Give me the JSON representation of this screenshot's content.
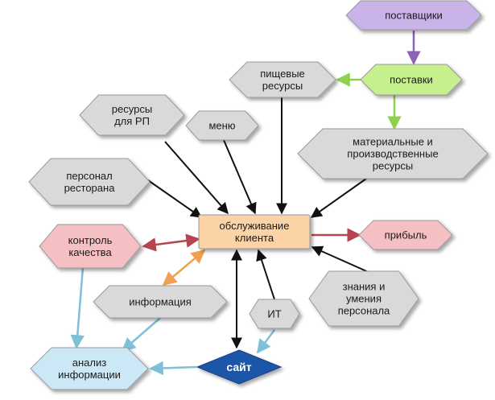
{
  "nodes": [
    {
      "id": "suppliers",
      "lines": [
        "поставщики"
      ]
    },
    {
      "id": "deliveries",
      "lines": [
        "поставки"
      ]
    },
    {
      "id": "food-resources",
      "lines": [
        "пищевые",
        "ресурсы"
      ]
    },
    {
      "id": "rp-resources",
      "lines": [
        "ресурсы",
        "для РП"
      ]
    },
    {
      "id": "menu",
      "lines": [
        "меню"
      ]
    },
    {
      "id": "material-resources",
      "lines": [
        "материальные и",
        "производственные",
        "ресурсы"
      ]
    },
    {
      "id": "staff",
      "lines": [
        "персонал",
        "ресторана"
      ]
    },
    {
      "id": "customer-service",
      "lines": [
        "обслуживание",
        "клиента"
      ]
    },
    {
      "id": "quality-control",
      "lines": [
        "контроль",
        "качества"
      ]
    },
    {
      "id": "profit",
      "lines": [
        "прибыль"
      ]
    },
    {
      "id": "information",
      "lines": [
        "информация"
      ]
    },
    {
      "id": "it",
      "lines": [
        "ИТ"
      ]
    },
    {
      "id": "staff-knowledge",
      "lines": [
        "знания и",
        "умения",
        "персонала"
      ]
    },
    {
      "id": "info-analysis",
      "lines": [
        "анализ",
        "информации"
      ]
    },
    {
      "id": "website",
      "lines": [
        "сайт"
      ]
    }
  ],
  "colors": {
    "gray_fill": "#d9d9d9",
    "purple_fill": "#c9b3e8",
    "green_fill": "#c6ef8e",
    "pink_fill": "#f5c0c4",
    "light_blue_fill": "#cce8f6",
    "orange_fill": "#fbd3a7",
    "site_fill": "#1f56a8",
    "arrow_black": "#111111",
    "arrow_purple": "#8a63b8",
    "arrow_green": "#8fd14f",
    "arrow_red": "#b5454f",
    "arrow_orange": "#f0a050",
    "arrow_blue": "#7fbfd8"
  }
}
